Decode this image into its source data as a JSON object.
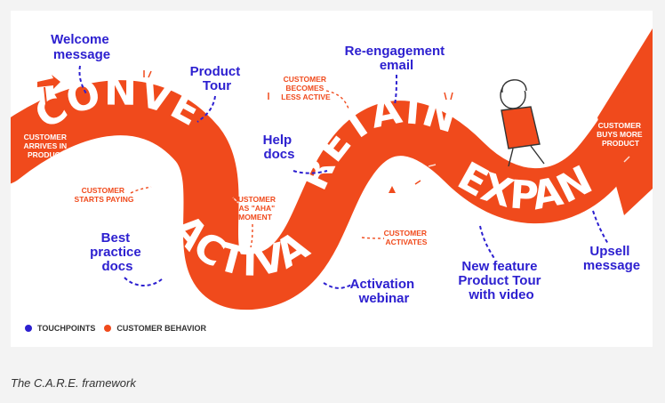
{
  "colors": {
    "accent": "#f04a1c",
    "touchpoint": "#2d20d0"
  },
  "stages": {
    "convert": "CONVERT",
    "activate": "ACTIVATE",
    "retain": "RETAIN",
    "expand": "EXPAND"
  },
  "touchpoints": {
    "welcome": [
      "Welcome",
      "message"
    ],
    "product_tour": [
      "Product",
      "Tour"
    ],
    "reengagement": [
      "Re-engagement",
      "email"
    ],
    "help_docs": [
      "Help",
      "docs"
    ],
    "best_practice": [
      "Best",
      "practice",
      "docs"
    ],
    "activation_webinar": [
      "Activation",
      "webinar"
    ],
    "new_feature": [
      "New feature",
      "Product Tour",
      "with video"
    ],
    "upsell": [
      "Upsell",
      "message"
    ]
  },
  "behaviors": {
    "arrives": [
      "CUSTOMER",
      "ARRIVES IN",
      "PRODUCT"
    ],
    "starts_paying": [
      "CUSTOMER",
      "STARTS PAYING"
    ],
    "aha": [
      "CUSTOMER",
      "HAS \"AHA\"",
      "MOMENT"
    ],
    "less_active": [
      "CUSTOMER",
      "BECOMES",
      "LESS ACTIVE"
    ],
    "activates": [
      "CUSTOMER",
      "ACTIVATES"
    ],
    "buys_more": [
      "CUSTOMER",
      "BUYS MORE",
      "PRODUCT"
    ]
  },
  "legend": {
    "touchpoints": "TOUCHPOINTS",
    "behavior": "CUSTOMER BEHAVIOR"
  },
  "caption": "The C.A.R.E. framework"
}
